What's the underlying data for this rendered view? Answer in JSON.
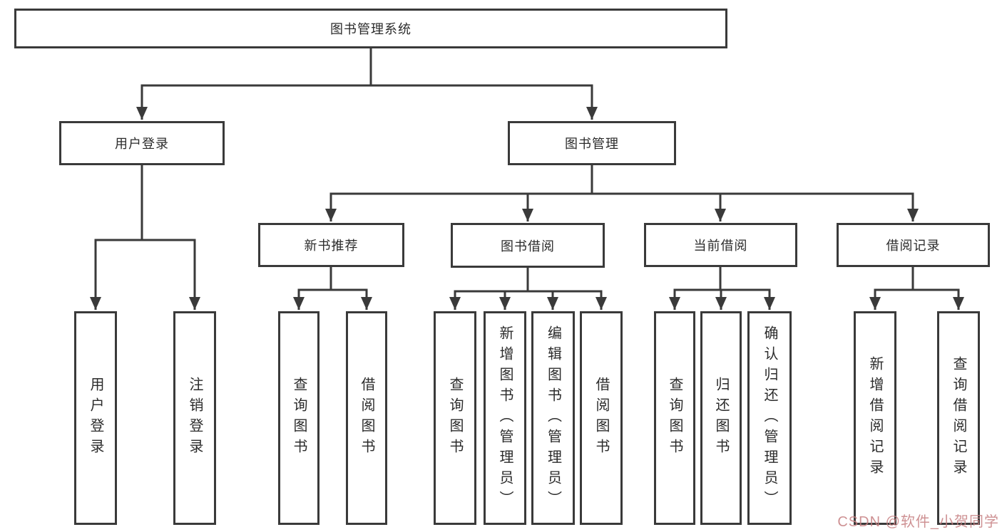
{
  "diagram_type": "functional-module-tree",
  "colors": {
    "line": "#3a3a3a",
    "box_background": "#ffffff",
    "text": "#2b2b2b",
    "watermark": "#c57e80"
  },
  "tree": {
    "root": {
      "label": "图书管理系统"
    },
    "branches": [
      {
        "label": "用户登录",
        "children": [
          {
            "label": "用户登录"
          },
          {
            "label": "注销登录"
          }
        ]
      },
      {
        "label": "图书管理",
        "children": [
          {
            "label": "新书推荐",
            "children": [
              {
                "label": "查询图书"
              },
              {
                "label": "借阅图书"
              }
            ]
          },
          {
            "label": "图书借阅",
            "children": [
              {
                "label": "查询图书"
              },
              {
                "label": "新增图书（管理员）"
              },
              {
                "label": "编辑图书（管理员）"
              },
              {
                "label": "借阅图书"
              }
            ]
          },
          {
            "label": "当前借阅",
            "children": [
              {
                "label": "查询图书"
              },
              {
                "label": "归还图书"
              },
              {
                "label": "确认归还（管理员）"
              }
            ]
          },
          {
            "label": "借阅记录",
            "children": [
              {
                "label": "新增借阅记录"
              },
              {
                "label": "查询借阅记录"
              }
            ]
          }
        ]
      }
    ]
  },
  "watermark": {
    "text": "CSDN @软件_小贺同学"
  }
}
